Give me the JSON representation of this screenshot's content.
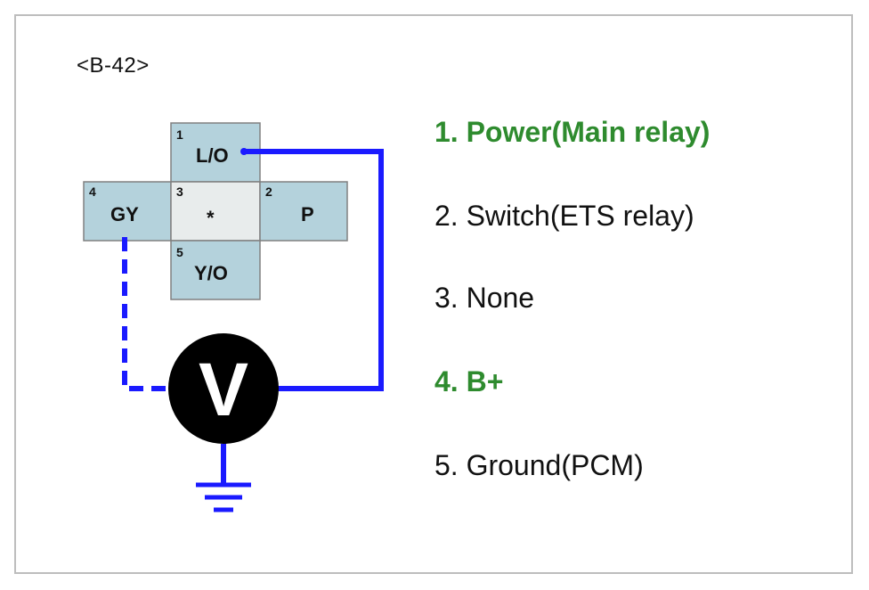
{
  "connector": {
    "id": "<B-42>",
    "pins": [
      {
        "number": "1",
        "label": "L/O"
      },
      {
        "number": "2",
        "label": "P"
      },
      {
        "number": "3",
        "label": "*"
      },
      {
        "number": "4",
        "label": "GY"
      },
      {
        "number": "5",
        "label": "Y/O"
      }
    ]
  },
  "meter": {
    "symbol": "V"
  },
  "legend": {
    "items": [
      {
        "text": "1. Power(Main relay)",
        "highlight": true
      },
      {
        "text": "2. Switch(ETS relay)",
        "highlight": false
      },
      {
        "text": "3. None",
        "highlight": false
      },
      {
        "text": "4. B+",
        "highlight": true
      },
      {
        "text": "5. Ground(PCM)",
        "highlight": false
      }
    ]
  },
  "colors": {
    "wire": "#1a1aff",
    "pin_fill": "#b4d2dc",
    "center_fill": "#e8ecec",
    "highlight_text": "#2e8b2e"
  }
}
